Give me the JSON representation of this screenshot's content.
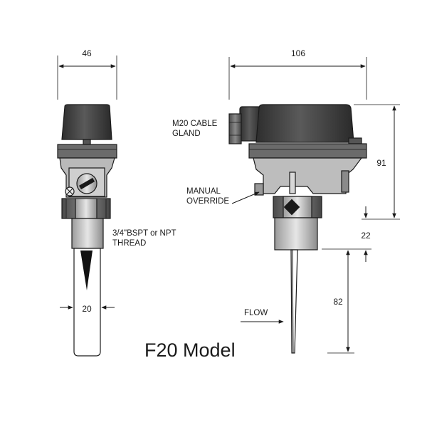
{
  "title": "F20 Model",
  "dimensions": {
    "front_width": "46",
    "side_width": "106",
    "height_91": "91",
    "height_22": "22",
    "height_82": "82",
    "paddle_width": "20"
  },
  "labels": {
    "cable_gland_1": "M20 CABLE",
    "cable_gland_2": "GLAND",
    "manual_override_1": "MANUAL",
    "manual_override_2": "OVERRIDE",
    "thread_1": "3/4\"BSPT or NPT",
    "thread_2": "THREAD",
    "flow": "FLOW"
  },
  "colors": {
    "housing_dark": "#3f3f3f",
    "housing_mid": "#6b6b6b",
    "housing_light": "#b9b9b9",
    "metal_light": "#d4d4d4",
    "line": "#1a1a1a"
  }
}
